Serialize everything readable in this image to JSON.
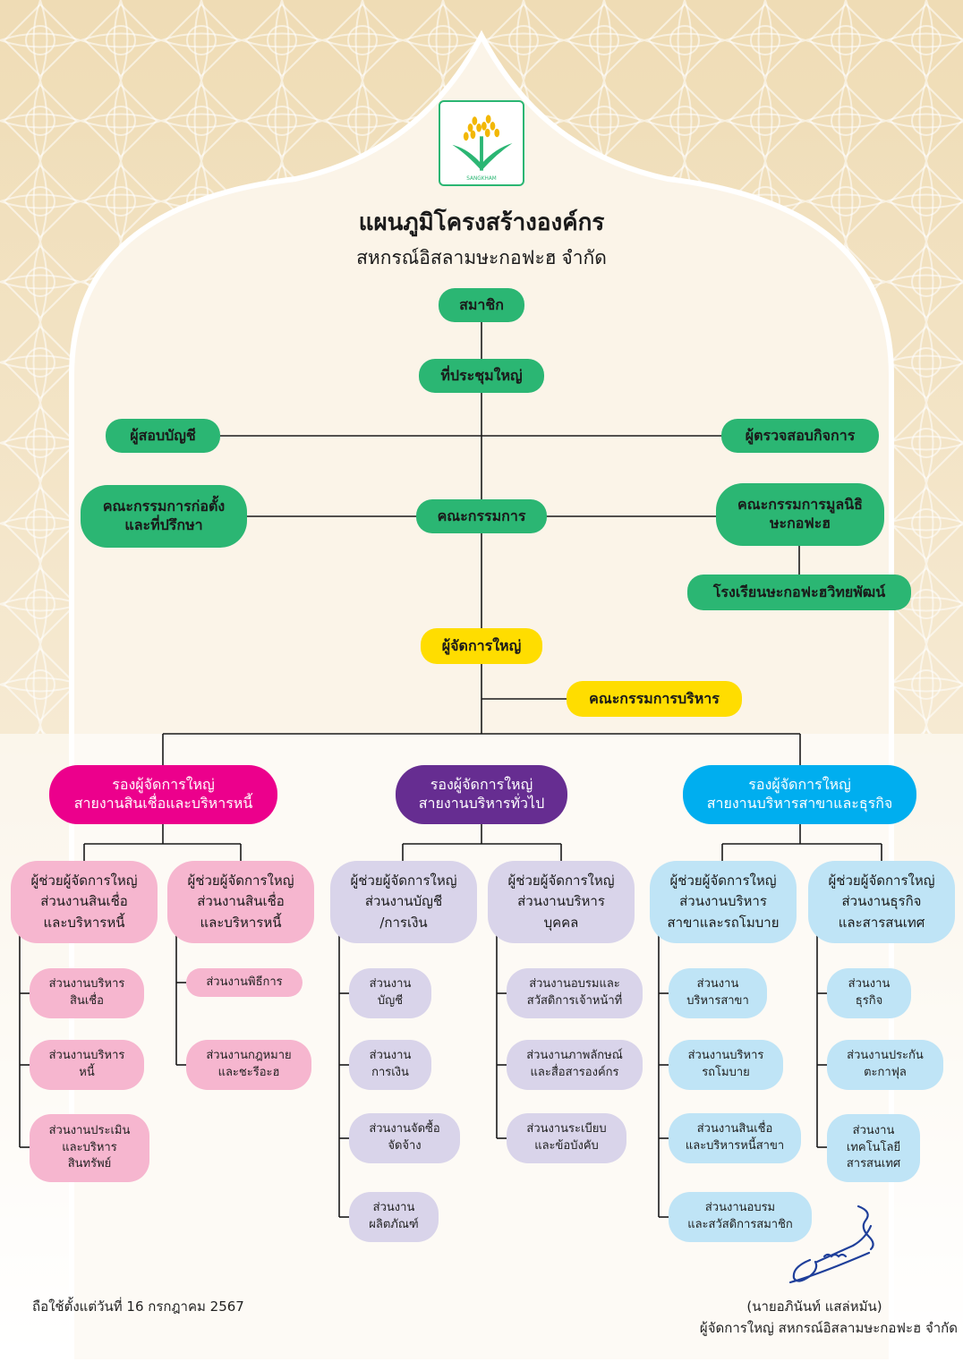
{
  "colors": {
    "green": "#2bb673",
    "yellow": "#ffdd00",
    "magenta": "#ec008c",
    "purple": "#662d91",
    "cyan": "#00aeef",
    "pink_light": "#f6b6cf",
    "lavender_light": "#d9d4ea",
    "blue_light": "#bfe4f6",
    "background": "#f7ecd6"
  },
  "logo": {
    "icon": "rice-stalk-logo-icon",
    "text": "SANGKHAM"
  },
  "title": {
    "line1": "แผนภูมิโครงสร้างองค์กร",
    "line2": "สหกรณ์อิสลามษะกอฟะฮ จำกัด"
  },
  "nodes": {
    "members": "สมาชิก",
    "general_meeting": "ที่ประชุมใหญ่",
    "auditor": "ผู้สอบบัญชี",
    "inspector": "ผู้ตรวจสอบกิจการ",
    "founding_committee": [
      "คณะกรรมการก่อตั้ง",
      "และที่ปรึกษา"
    ],
    "board": "คณะกรรมการ",
    "foundation_committee": [
      "คณะกรรมการมูลนิธิ",
      "ษะกอฟะฮ"
    ],
    "school": "โรงเรียนษะกอฟะฮวิทยพัฒน์",
    "general_manager": "ผู้จัดการใหญ่",
    "executive_committee": "คณะกรรมการบริหาร",
    "vp_credit": [
      "รองผู้จัดการใหญ่",
      "สายงานสินเชื่อและบริหารหนี้"
    ],
    "vp_admin": [
      "รองผู้จัดการใหญ่",
      "สายงานบริหารทั่วไป"
    ],
    "vp_branch": [
      "รองผู้จัดการใหญ่",
      "สายงานบริหารสาขาและธุรกิจ"
    ],
    "ap1": [
      "ผู้ช่วยผู้จัดการใหญ่",
      "ส่วนงานสินเชื่อ",
      "และบริหารหนี้"
    ],
    "ap2": [
      "ผู้ช่วยผู้จัดการใหญ่",
      "ส่วนงานสินเชื่อ",
      "และบริหารหนี้"
    ],
    "ap3": [
      "ผู้ช่วยผู้จัดการใหญ่",
      "ส่วนงานบัญชี",
      "/การเงิน"
    ],
    "ap4": [
      "ผู้ช่วยผู้จัดการใหญ่",
      "ส่วนงานบริหาร",
      "บุคคล"
    ],
    "ap5": [
      "ผู้ช่วยผู้จัดการใหญ่",
      "ส่วนงานบริหาร",
      "สาขาและรถโมบาย"
    ],
    "ap6": [
      "ผู้ช่วยผู้จัดการใหญ่",
      "ส่วนงานธุรกิจ",
      "และสารสนเทศ"
    ]
  },
  "departments": {
    "ap1": [
      [
        "ส่วนงานบริหาร",
        "สินเชื่อ"
      ],
      [
        "ส่วนงานบริหาร",
        "หนี้"
      ],
      [
        "ส่วนงานประเมิน",
        "และบริหาร",
        "สินทรัพย์"
      ]
    ],
    "ap2": [
      [
        "ส่วนงานพิธีการ"
      ],
      [
        "ส่วนงานกฎหมาย",
        "และชะรีอะฮ"
      ]
    ],
    "ap3": [
      [
        "ส่วนงาน",
        "บัญชี"
      ],
      [
        "ส่วนงาน",
        "การเงิน"
      ],
      [
        "ส่วนงานจัดซื้อ",
        "จัดจ้าง"
      ],
      [
        "ส่วนงาน",
        "ผลิตภัณฑ์"
      ]
    ],
    "ap4": [
      [
        "ส่วนงานอบรมและ",
        "สวัสดิการเจ้าหน้าที่"
      ],
      [
        "ส่วนงานภาพลักษณ์",
        "และสื่อสารองค์กร"
      ],
      [
        "ส่วนงานระเบียบ",
        "และข้อบังคับ"
      ]
    ],
    "ap5": [
      [
        "ส่วนงาน",
        "บริหารสาขา"
      ],
      [
        "ส่วนงานบริหาร",
        "รถโมบาย"
      ],
      [
        "ส่วนงานสินเชื่อ",
        "และบริหารหนี้สาขา"
      ],
      [
        "ส่วนงานอบรม",
        "และสวัสดิการสมาชิก"
      ]
    ],
    "ap6": [
      [
        "ส่วนงาน",
        "ธุรกิจ"
      ],
      [
        "ส่วนงานประกัน",
        "ตะกาฟุล"
      ],
      [
        "ส่วนงาน",
        "เทคโนโลยี",
        "สารสนเทศ"
      ]
    ]
  },
  "footer": {
    "effective_date": "ถือใช้ตั้งแต่วันที่ 16 กรกฎาคม 2567",
    "signer_name": "(นายอภินันท์ แสล่หมัน)",
    "signer_title": "ผู้จัดการใหญ่ สหกรณ์อิสลามษะกอฟะฮ จำกัด",
    "signature_icon": "handwritten-signature-icon"
  }
}
